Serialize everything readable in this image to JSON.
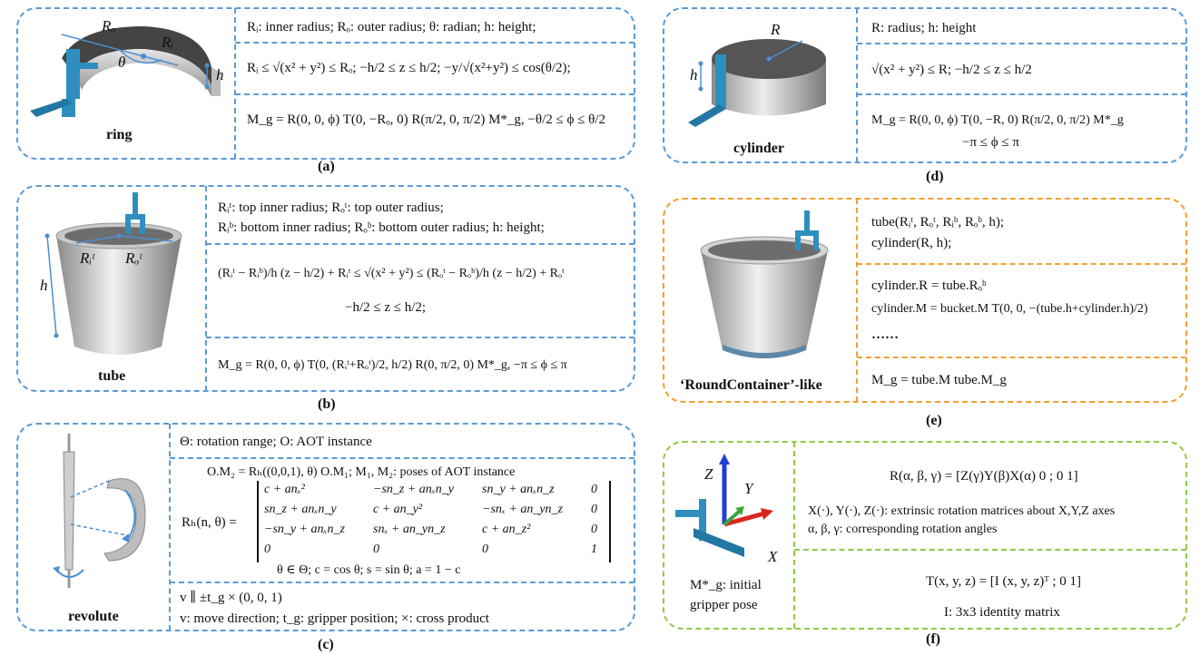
{
  "panels": {
    "a": {
      "caption": "(a)",
      "object_label": "ring",
      "fig_labels": {
        "ro": "Rₒ",
        "ri": "Rᵢ",
        "theta": "θ",
        "h": "h"
      },
      "rows": [
        "Rᵢ: inner radius;  Rₒ: outer radius;  θ: radian;  h: height;",
        "Rᵢ ≤ √(x² + y²) ≤ Rₒ;  −h/2 ≤ z ≤ h/2;  −y/√(x²+y²) ≤ cos(θ/2);",
        "M_g = R(0, 0, ϕ) T(0, −Rₒ, 0) R(π/2, 0, π/2) M*_g,  −θ/2 ≤ ϕ ≤ θ/2"
      ]
    },
    "b": {
      "caption": "(b)",
      "object_label": "tube",
      "fig_labels": {
        "rit": "Rᵢᵗ",
        "rot": "Rₒᵗ",
        "h": "h"
      },
      "rows": [
        "Rᵢᵗ: top inner radius;  Rₒᵗ: top outer radius;",
        "Rᵢᵇ: bottom inner radius;  Rₒᵇ: bottom outer radius;  h: height;",
        "(Rᵢᵗ − Rᵢᵇ)/h (z − h/2) + Rᵢᵗ ≤ √(x² + y²) ≤ (Rₒᵗ − Rₒᵇ)/h (z − h/2) + Rₒᵗ",
        "−h/2 ≤ z ≤ h/2;",
        "M_g = R(0, 0, ϕ) T(0, (Rᵢᵗ+Rₒᵗ)/2, h/2) R(0, π/2, 0) M*_g,  −π ≤ ϕ ≤ π"
      ]
    },
    "c": {
      "caption": "(c)",
      "object_label": "revolute",
      "rows": [
        "Θ: rotation range;  O: AOT instance",
        "O.M₂ = Rₕ((0,0,1), θ) O.M₁;  M₁, M₂: poses of AOT instance",
        "Rₕ(n, θ) =",
        "θ ∈ Θ;  c = cos θ;  s = sin θ;  a = 1 − c",
        "v ∥ ±t_g × (0, 0, 1)",
        "v: move direction;  t_g: gripper position;  ×: cross product"
      ],
      "matrix": [
        [
          "c + anₓ²",
          "−sn_z + anₓn_y",
          "sn_y + anₓn_z",
          "0"
        ],
        [
          "sn_z + anₓn_y",
          "c + an_y²",
          "−snₓ + an_yn_z",
          "0"
        ],
        [
          "−sn_y + anₓn_z",
          "snₓ + an_yn_z",
          "c + an_z²",
          "0"
        ],
        [
          "0",
          "0",
          "0",
          "1"
        ]
      ]
    },
    "d": {
      "caption": "(d)",
      "object_label": "cylinder",
      "fig_labels": {
        "r": "R",
        "h": "h"
      },
      "rows": [
        "R: radius;  h: height",
        "√(x² + y²) ≤ R;  −h/2 ≤ z ≤ h/2",
        "M_g = R(0, 0, ϕ) T(0, −R, 0) R(π/2, 0, π/2) M*_g",
        "−π ≤ ϕ ≤ π"
      ]
    },
    "e": {
      "caption": "(e)",
      "object_label": "‘RoundContainer’-like",
      "rows": [
        "tube(Rᵢᵗ, Rₒᵗ, Rᵢᵇ, Rₒᵇ, h);",
        "cylinder(R, h);",
        "cylinder.R = tube.Rₒᵇ",
        "cylinder.M = bucket.M T(0, 0, −(tube.h+cylinder.h)/2)",
        "……",
        "M_g = tube.M tube.M_g"
      ]
    },
    "f": {
      "caption": "(f)",
      "axis_labels": {
        "x": "X",
        "y": "Y",
        "z": "Z"
      },
      "gripper_label": [
        "M*_g: initial",
        "gripper pose"
      ],
      "rows": [
        "R(α, β, γ) = [Z(γ)Y(β)X(α)  0 ; 0  1]",
        "X(·), Y(·), Z(·): extrinsic rotation matrices about X,Y,Z axes",
        "α, β, γ: corresponding rotation angles",
        "T(x, y, z) = [I  (x, y, z)ᵀ ; 0  1]",
        "I: 3x3 identity matrix"
      ]
    }
  },
  "colors": {
    "blue_border": "#5b9bd5",
    "orange_border": "#f0a030",
    "green_border": "#92c84a",
    "gripper": "#2e8fbf",
    "axis_x": "#d9261c",
    "axis_y": "#3aa53a",
    "axis_z": "#1f3ed6"
  }
}
